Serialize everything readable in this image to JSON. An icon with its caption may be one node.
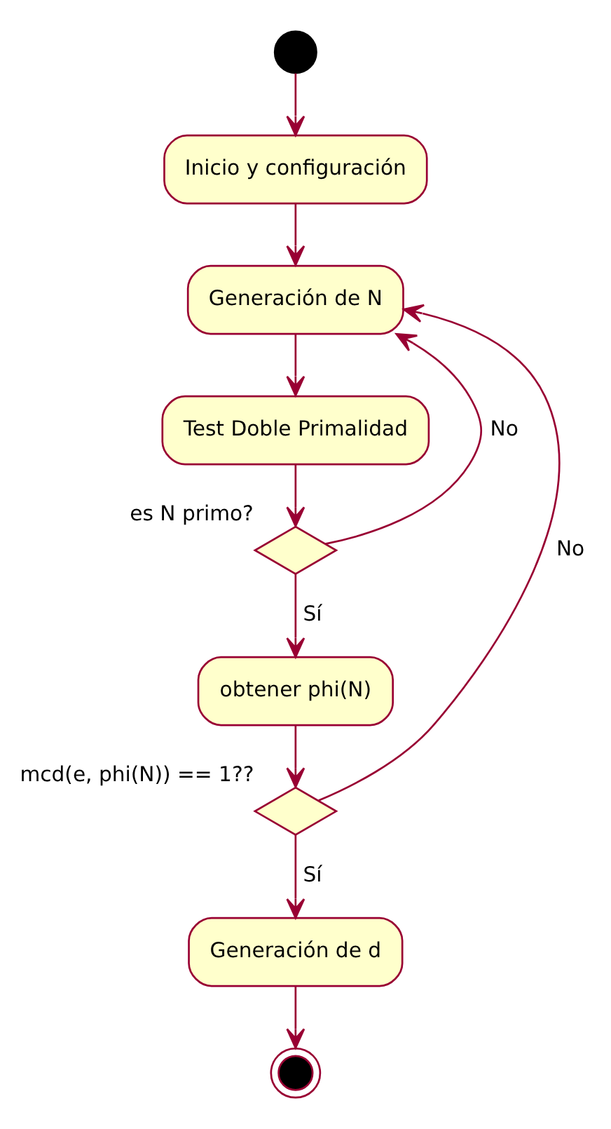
{
  "diagram": {
    "nodes": [
      {
        "text": [],
        "shape": "circle"
      },
      {
        "text": [
          "Inicio y configuración"
        ]
      },
      {
        "text": [
          "Generación de N"
        ]
      },
      {
        "text": [
          "Test Doble Primalidad"
        ]
      },
      {
        "text": [],
        "shape": "diamond",
        "beside": [
          "es N primo?"
        ]
      },
      {
        "text": [
          "obtener phi(N)"
        ]
      },
      {
        "text": [],
        "shape": "diamond",
        "beside": [
          "mcd(e, phi(N)) == 1??"
        ]
      },
      {
        "text": [
          "Generación de d"
        ]
      },
      {
        "text": [],
        "shape": "bullseye"
      }
    ],
    "edges": [
      {
        "from": 0,
        "to": 1,
        "arrow": "to"
      },
      {
        "from": 1,
        "to": 2,
        "arrow": "to"
      },
      {
        "from": 2,
        "to": 3,
        "arrow": "to"
      },
      {
        "from": 3,
        "to": 4,
        "arrow": "to"
      },
      {
        "from": 4,
        "to": 2,
        "arrow": "to",
        "label": "No"
      },
      {
        "from": 4,
        "to": 5,
        "arrow": "to",
        "label": "Sí"
      },
      {
        "from": 5,
        "to": 6,
        "arrow": "to"
      },
      {
        "from": 6,
        "to": 7,
        "arrow": "to",
        "label": "Sí"
      },
      {
        "from": 6,
        "to": 2,
        "arrow": "to",
        "label": "No"
      },
      {
        "from": 7,
        "to": 8,
        "arrow": "to"
      }
    ]
  }
}
